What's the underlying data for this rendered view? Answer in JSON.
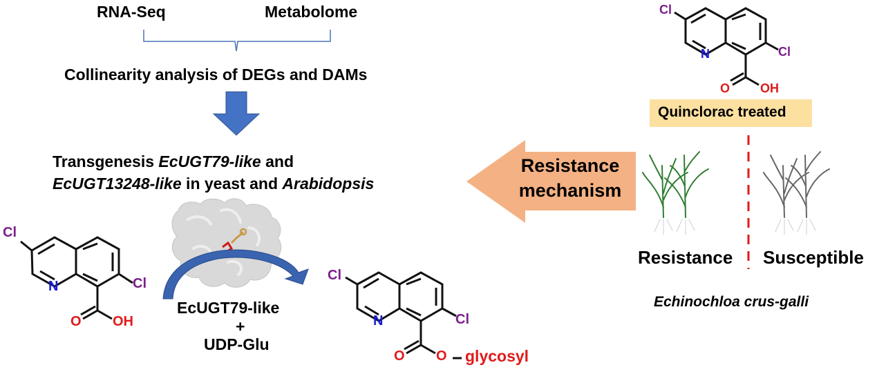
{
  "top": {
    "rna_seq": "RNA-Seq",
    "metabolome": "Metabolome",
    "collinearity": "Collinearity analysis of DEGs and DAMs"
  },
  "transgenesis": {
    "line1_prefix": "Transgenesis ",
    "line1_gene": "EcUGT79-like",
    "line1_suffix": " and",
    "line2_gene": "EcUGT13248-like",
    "line2_mid": " in yeast and ",
    "line2_species": "Arabidopsis"
  },
  "reaction": {
    "enzyme": "EcUGT79-like",
    "plus": "+",
    "cofactor": "UDP-Glu",
    "product_group": "glycosyl"
  },
  "molecule_labels": {
    "cl": "Cl",
    "n": "N",
    "o": "O",
    "oh": "OH",
    "o_link": "O"
  },
  "right_panel": {
    "treatment": "Quinclorac treated",
    "resistance": "Resistance",
    "susceptible": "Susceptible",
    "species": "Echinochloa crus-galli"
  },
  "mechanism_arrow": {
    "line1": "Resistance",
    "line2": "mechanism"
  },
  "colors": {
    "down_arrow": "#4472c4",
    "curved_arrow": "#3a64b0",
    "mechanism_arrow": "#f4b183",
    "treatment_box": "#fbe0a0",
    "chlorine": "#7b1f8a",
    "nitrogen": "#1a1ad6",
    "oxygen": "#e01a1a",
    "divider": "#e01a1a",
    "resistant_plant": "#2f7d32",
    "susceptible_plant": "#666666"
  }
}
